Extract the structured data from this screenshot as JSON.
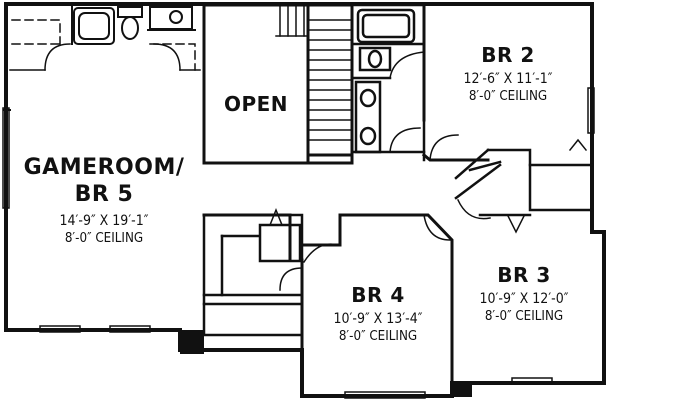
{
  "rooms": {
    "gameroom": {
      "name_line1": "GAMEROOM/",
      "name_line2": "BR 5",
      "dims": "14′-9″ X 19′-1″",
      "ceiling": "8′-0″ CEILING"
    },
    "open": {
      "name": "OPEN"
    },
    "br2": {
      "name": "BR 2",
      "dims": "12′-6″ X 11′-1″",
      "ceiling": "8′-0″ CEILING"
    },
    "br3": {
      "name": "BR 3",
      "dims": "10′-9″ X 12′-0″",
      "ceiling": "8′-0″ CEILING"
    },
    "br4": {
      "name": "BR 4",
      "dims": "10′-9″ X 13′-4″",
      "ceiling": "8′-0″ CEILING"
    }
  }
}
